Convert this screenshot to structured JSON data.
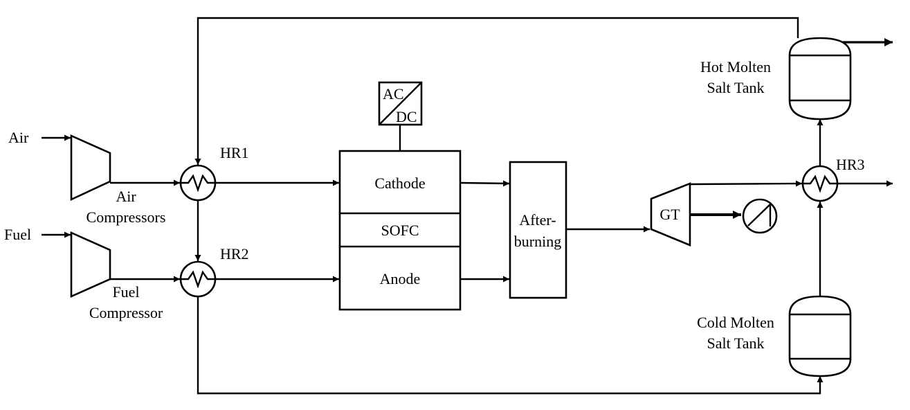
{
  "diagram": {
    "inputs": {
      "air": "Air",
      "fuel": "Fuel"
    },
    "compressors": {
      "air_line1": "Air",
      "air_line2": "Compressors",
      "fuel_line1": "Fuel",
      "fuel_line2": "Compressor"
    },
    "heat_recovery": {
      "hr1": "HR1",
      "hr2": "HR2",
      "hr3": "HR3"
    },
    "inverter": {
      "ac": "AC",
      "dc": "DC"
    },
    "sofc": {
      "cathode": "Cathode",
      "core": "SOFC",
      "anode": "Anode"
    },
    "afterburner": {
      "line1": "After-",
      "line2": "burning"
    },
    "turbine": {
      "label": "GT"
    },
    "tanks": {
      "hot_line1": "Hot Molten",
      "hot_line2": "Salt Tank",
      "cold_line1": "Cold Molten",
      "cold_line2": "Salt Tank"
    }
  }
}
